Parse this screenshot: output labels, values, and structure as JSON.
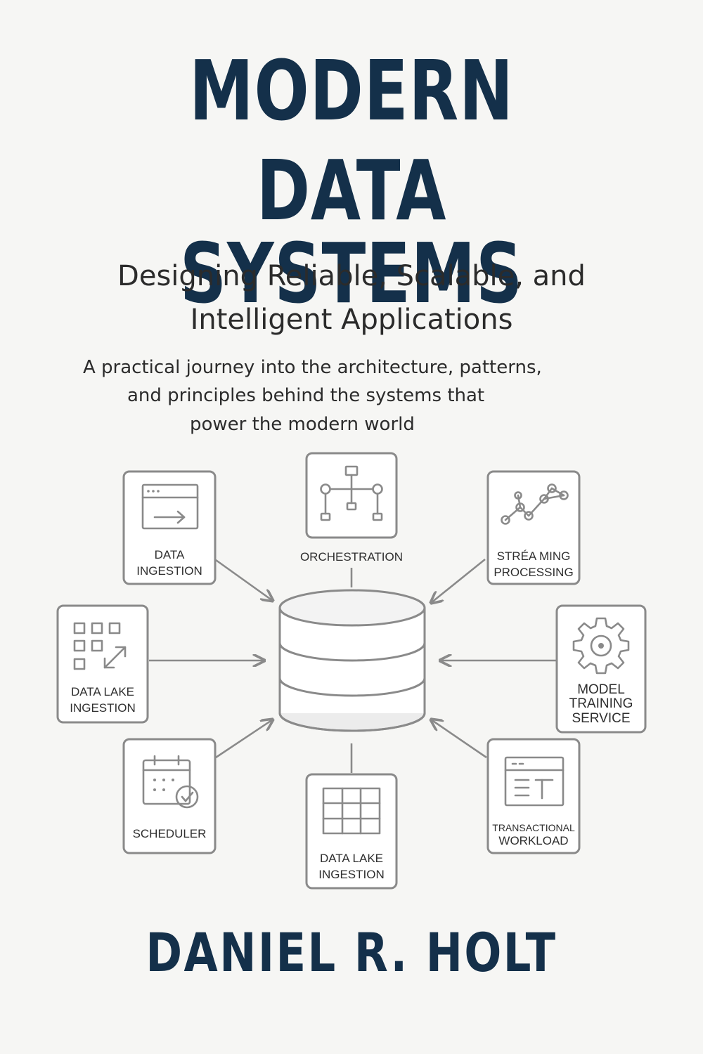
{
  "title": {
    "line1": "MODERN",
    "line2": "DATA SYSTEMS"
  },
  "subtitle": {
    "line1": "Designing Reliable, Scalable, and",
    "line2": "Intelligent Applications"
  },
  "blurb": {
    "line1": "A practical journey into the architecture, patterns,",
    "line2": "and principles behind the systems that",
    "line3": "power the modern world"
  },
  "diagram": {
    "hub_icon": "database-icon",
    "nodes": {
      "data_ingestion": {
        "lines": [
          "DATA",
          "INGESTION"
        ],
        "icon": "browser-arrow-icon"
      },
      "orchestration": {
        "lines": [
          "ORCHESTRATION"
        ],
        "icon": "flowchart-icon"
      },
      "streaming_processing": {
        "lines": [
          "STRÉA MING",
          "PROCESSING"
        ],
        "icon": "network-graph-icon"
      },
      "data_lake_ingestion_left": {
        "lines": [
          "DATA LAKE",
          "INGESTION"
        ],
        "icon": "grid-squares-icon"
      },
      "model_training_service": {
        "lines": [
          "MODEL",
          "TRAINING",
          "SERVICE"
        ],
        "icon": "gear-icon"
      },
      "scheduler": {
        "lines": [
          "SCHEDULER"
        ],
        "icon": "calendar-check-icon"
      },
      "data_lake_ingestion_bottom": {
        "lines": [
          "DATA LAKE",
          "INGESTION"
        ],
        "icon": "table-grid-icon"
      },
      "transactional_workload": {
        "lines": [
          "TRANSACTIONAL",
          "WORKLOAD"
        ],
        "icon": "document-window-icon"
      }
    }
  },
  "author": "DANIEL R. HOLT",
  "colors": {
    "title": "#14304a",
    "background": "#f6f6f4",
    "line": "#8a8a8a"
  }
}
